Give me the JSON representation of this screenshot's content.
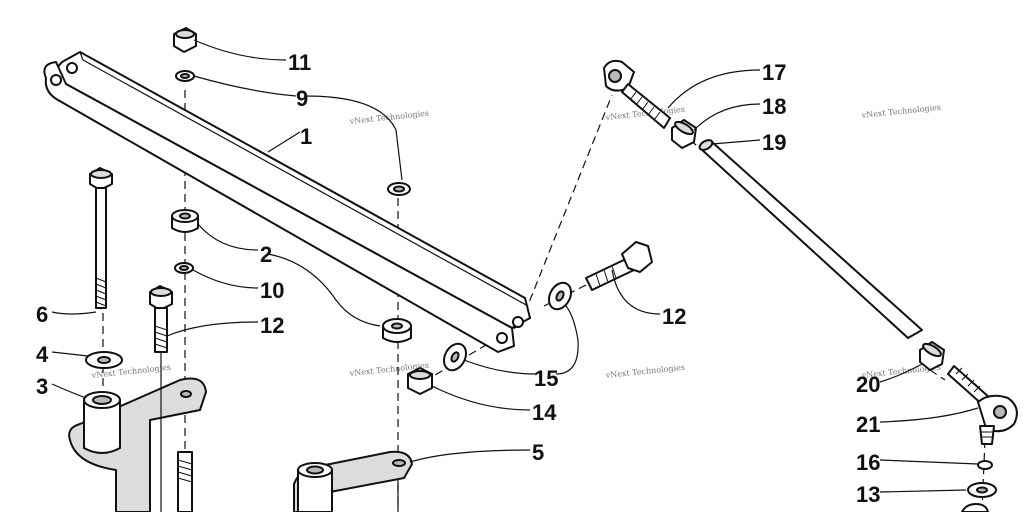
{
  "callouts": [
    {
      "id": "c11",
      "label": "11"
    },
    {
      "id": "c9",
      "label": "9"
    },
    {
      "id": "c1",
      "label": "1"
    },
    {
      "id": "c2",
      "label": "2"
    },
    {
      "id": "c10",
      "label": "10"
    },
    {
      "id": "c12a",
      "label": "12"
    },
    {
      "id": "c6",
      "label": "6"
    },
    {
      "id": "c4",
      "label": "4"
    },
    {
      "id": "c3",
      "label": "3"
    },
    {
      "id": "c17",
      "label": "17"
    },
    {
      "id": "c18",
      "label": "18"
    },
    {
      "id": "c19",
      "label": "19"
    },
    {
      "id": "c12b",
      "label": "12"
    },
    {
      "id": "c15",
      "label": "15"
    },
    {
      "id": "c14",
      "label": "14"
    },
    {
      "id": "c5",
      "label": "5"
    },
    {
      "id": "c20",
      "label": "20"
    },
    {
      "id": "c21",
      "label": "21"
    },
    {
      "id": "c16",
      "label": "16"
    },
    {
      "id": "c13",
      "label": "13"
    }
  ],
  "watermark": "vNext Technologies"
}
